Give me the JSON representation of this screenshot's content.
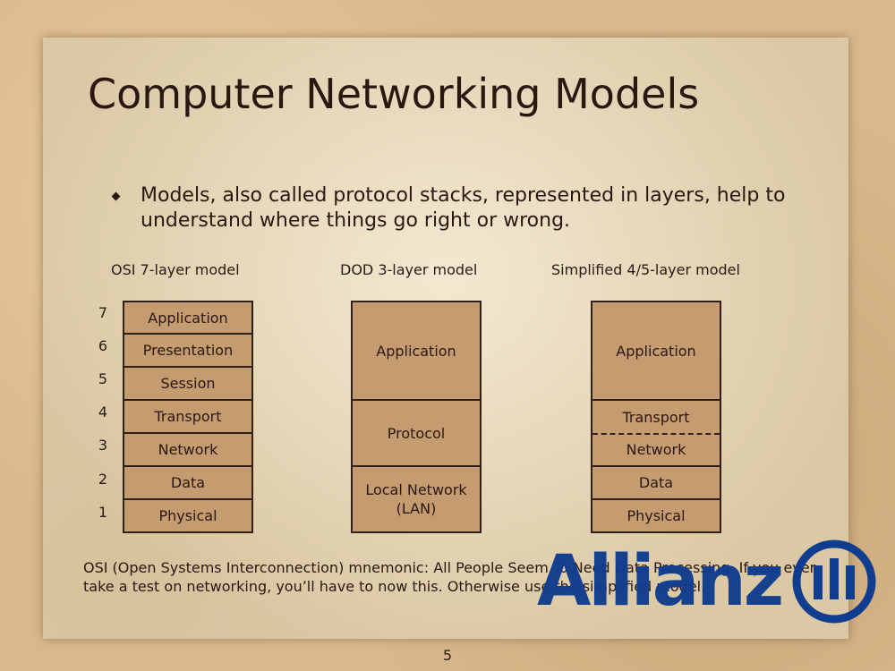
{
  "slide": {
    "title": "Computer Networking Models",
    "bullet": "Models, also called protocol stacks, represented in layers, help to understand where things go right or wrong.",
    "footer": "OSI (Open Systems Interconnection) mnemonic: All People Seem To Need Data Processing. If you ever take a test on networking, you’ll have to now this. Otherwise use the simplified model.",
    "page_number": "5"
  },
  "osi": {
    "title": "OSI 7-layer model",
    "numbers": [
      "7",
      "6",
      "5",
      "4",
      "3",
      "2",
      "1"
    ],
    "layers": [
      "Application",
      "Presentation",
      "Session",
      "Transport",
      "Network",
      "Data",
      "Physical"
    ]
  },
  "dod": {
    "title": "DOD 3-layer model",
    "layers": [
      "Application",
      "Protocol",
      "Local Network (LAN)"
    ]
  },
  "simplified": {
    "title": "Simplified 4/5-layer model",
    "layers": [
      "Application",
      "Transport",
      "Network",
      "Data",
      "Physical"
    ]
  },
  "logo": {
    "text": "Allianz",
    "color": "#103d8f"
  }
}
